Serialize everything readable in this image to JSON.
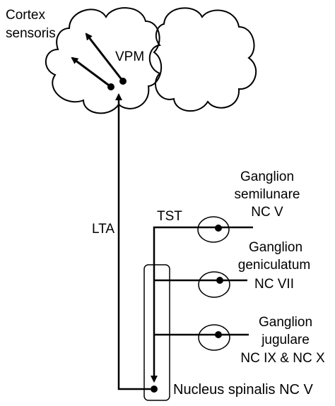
{
  "labels": {
    "cortex_line1": "Cortex",
    "cortex_line2": "sensoris",
    "vpm": "VPM",
    "lta": "LTA",
    "tst": "TST",
    "ganglion_semilunare": [
      "Ganglion",
      "semilunare",
      "NC V"
    ],
    "ganglion_geniculatum": [
      "Ganglion",
      "geniculatum",
      "NC VII"
    ],
    "ganglion_jugulare": [
      "Ganglion",
      "jugulare",
      "NC IX & NC X"
    ],
    "nucleus": "Nucleus spinalis NC V"
  },
  "colors": {
    "stroke": "#000000",
    "background": "#ffffff"
  }
}
